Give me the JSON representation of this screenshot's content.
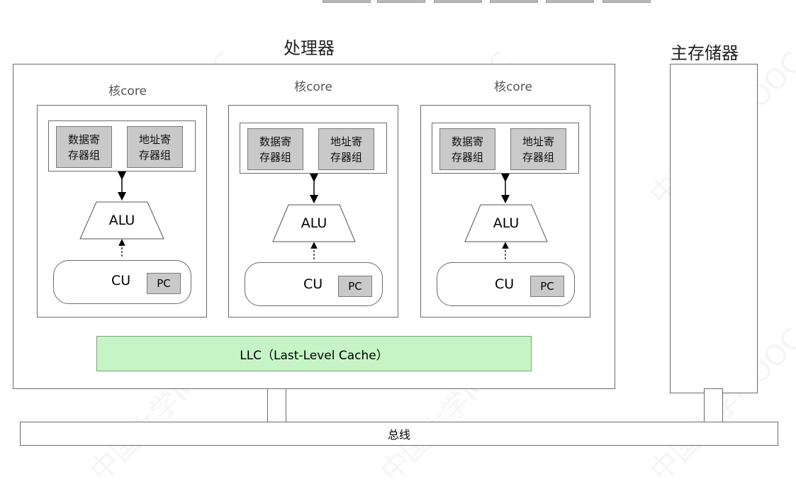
{
  "processor": {
    "title": "处理器"
  },
  "memory": {
    "title": "主存储器"
  },
  "cores": [
    {
      "label": "核core",
      "data_reg": "数据寄\n存器组",
      "addr_reg": "地址寄\n存器组",
      "alu": "ALU",
      "cu": "CU",
      "pc": "PC"
    },
    {
      "label": "核core",
      "data_reg": "数据寄\n存器组",
      "addr_reg": "地址寄\n存器组",
      "alu": "ALU",
      "cu": "CU",
      "pc": "PC"
    },
    {
      "label": "核core",
      "data_reg": "数据寄\n存器组",
      "addr_reg": "地址寄\n存器组",
      "alu": "ALU",
      "cu": "CU",
      "pc": "PC"
    }
  ],
  "llc": {
    "label": "LLC（Last-Level Cache）"
  },
  "bus": {
    "label": "总线"
  },
  "watermark": {
    "text": "中国大学MOOC"
  }
}
